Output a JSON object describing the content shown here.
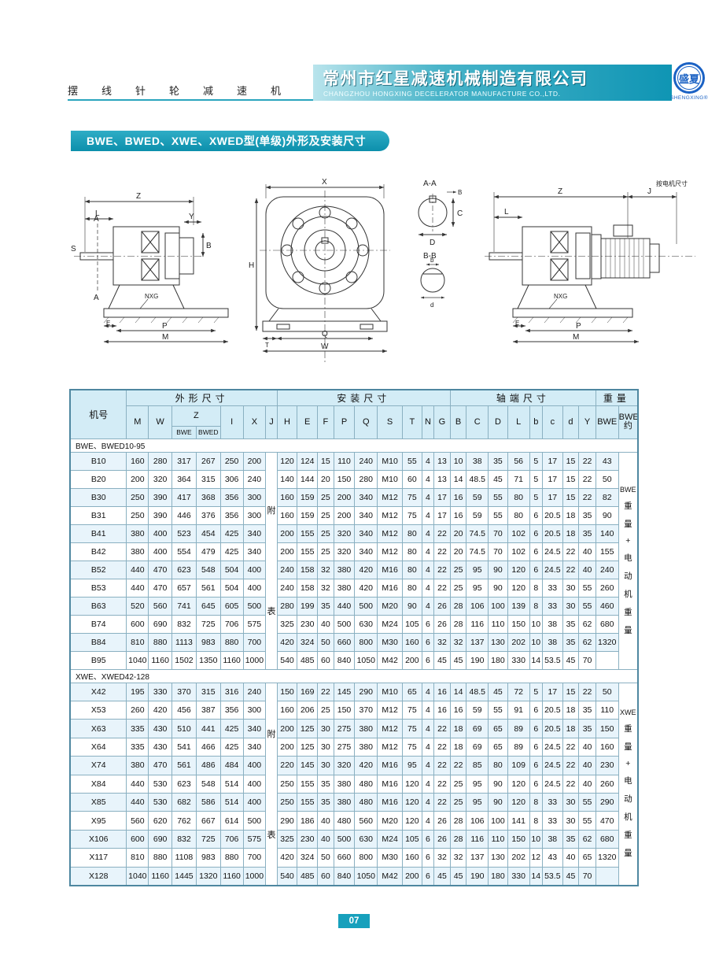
{
  "header": {
    "product_line": "摆线针轮减速机",
    "company_cn": "常州市红星减速机械制造有限公司",
    "company_en": "CHANGZHOU HONGXING DECELERATOR MANUFACTURE CO.,LTD.",
    "logo": {
      "cn": "盛夏",
      "en": "SHENGXING",
      "reg": "®"
    }
  },
  "section_title": "BWE、BWED、XWE、XWED型(单级)外形及安装尺寸",
  "drawings": {
    "left": {
      "z": "Z",
      "l": "L",
      "y": "Y",
      "b": "B",
      "s": "S",
      "a_top": "A",
      "a_bottom": "A",
      "nxg": "NXG",
      "e": "E",
      "p": "P",
      "m": "M"
    },
    "front": {
      "x": "X",
      "h": "H",
      "t": "T",
      "q": "Q",
      "w": "W"
    },
    "details": {
      "aa": "A-A",
      "b": "B",
      "c": "C",
      "d": "D",
      "bb": "B-B",
      "b_small": "b",
      "d_small": "d"
    },
    "right": {
      "z": "Z",
      "j": "J",
      "motor_note": "按电机尺寸",
      "l": "L",
      "nxg": "NXG",
      "e": "E",
      "p": "P",
      "m": "M"
    }
  },
  "table": {
    "corner": "机号",
    "groups": [
      {
        "label": "外形尺寸",
        "span": 7
      },
      {
        "label": "安装尺寸",
        "span": 9
      },
      {
        "label": "轴端尺寸",
        "span": 8
      },
      {
        "label": "重量",
        "span": 2
      }
    ],
    "cols": [
      {
        "label": "M"
      },
      {
        "label": "W"
      },
      {
        "label": "Z",
        "subs": [
          "BWE",
          "BWED"
        ]
      },
      {
        "label": "I"
      },
      {
        "label": "X"
      },
      {
        "label": "J"
      },
      {
        "label": "H"
      },
      {
        "label": "E"
      },
      {
        "label": "F"
      },
      {
        "label": "P"
      },
      {
        "label": "Q"
      },
      {
        "label": "S"
      },
      {
        "label": "T"
      },
      {
        "label": "N"
      },
      {
        "label": "G"
      },
      {
        "label": "B"
      },
      {
        "label": "C"
      },
      {
        "label": "D"
      },
      {
        "label": "L"
      },
      {
        "label": "b"
      },
      {
        "label": "c"
      },
      {
        "label": "d"
      },
      {
        "label": "Y"
      },
      {
        "label": "BWE"
      },
      {
        "label": "BWED\n约"
      }
    ],
    "sections": [
      {
        "label": "BWE、BWED10-95",
        "note": [
          "附",
          "表"
        ],
        "weight_note": [
          "BWE",
          "重",
          "量",
          "+",
          "电",
          "动",
          "机",
          "重",
          "量"
        ],
        "rows": [
          {
            "model": "B10",
            "v": [
              160,
              280,
              317,
              267,
              250,
              200,
              120,
              124,
              15,
              110,
              240,
              "M10",
              55,
              4,
              13,
              10,
              38,
              35,
              56,
              5,
              17,
              15,
              22,
              43
            ]
          },
          {
            "model": "B20",
            "v": [
              200,
              320,
              364,
              315,
              306,
              240,
              140,
              144,
              20,
              150,
              280,
              "M10",
              60,
              4,
              13,
              14,
              48.5,
              45,
              71,
              5,
              17,
              15,
              22,
              50
            ]
          },
          {
            "model": "B30",
            "v": [
              250,
              390,
              417,
              368,
              356,
              300,
              160,
              159,
              25,
              200,
              340,
              "M12",
              75,
              4,
              17,
              16,
              59,
              55,
              80,
              5,
              17,
              15,
              22,
              82
            ]
          },
          {
            "model": "B31",
            "v": [
              250,
              390,
              446,
              376,
              356,
              300,
              160,
              159,
              25,
              200,
              340,
              "M12",
              75,
              4,
              17,
              16,
              59,
              55,
              80,
              6,
              20.5,
              18,
              35,
              90
            ]
          },
          {
            "model": "B41",
            "v": [
              380,
              400,
              523,
              454,
              425,
              340,
              200,
              155,
              25,
              320,
              340,
              "M12",
              80,
              4,
              22,
              20,
              74.5,
              70,
              102,
              6,
              20.5,
              18,
              35,
              140
            ]
          },
          {
            "model": "B42",
            "v": [
              380,
              400,
              554,
              479,
              425,
              340,
              200,
              155,
              25,
              320,
              340,
              "M12",
              80,
              4,
              22,
              20,
              74.5,
              70,
              102,
              6,
              24.5,
              22,
              40,
              155
            ]
          },
          {
            "model": "B52",
            "v": [
              440,
              470,
              623,
              548,
              504,
              400,
              240,
              158,
              32,
              380,
              420,
              "M16",
              80,
              4,
              22,
              25,
              95,
              90,
              120,
              6,
              24.5,
              22,
              40,
              240
            ]
          },
          {
            "model": "B53",
            "v": [
              440,
              470,
              657,
              561,
              504,
              400,
              240,
              158,
              32,
              380,
              420,
              "M16",
              80,
              4,
              22,
              25,
              95,
              90,
              120,
              8,
              33,
              30,
              55,
              260
            ]
          },
          {
            "model": "B63",
            "v": [
              520,
              560,
              741,
              645,
              605,
              500,
              280,
              199,
              35,
              440,
              500,
              "M20",
              90,
              4,
              26,
              28,
              106,
              100,
              139,
              8,
              33,
              30,
              55,
              460
            ]
          },
          {
            "model": "B74",
            "v": [
              600,
              690,
              832,
              725,
              706,
              575,
              325,
              230,
              40,
              500,
              630,
              "M24",
              105,
              6,
              26,
              28,
              116,
              110,
              150,
              10,
              38,
              35,
              62,
              680
            ]
          },
          {
            "model": "B84",
            "v": [
              810,
              880,
              1113,
              983,
              880,
              700,
              420,
              324,
              50,
              660,
              800,
              "M30",
              160,
              6,
              32,
              32,
              137,
              130,
              202,
              10,
              38,
              35,
              62,
              1320
            ]
          },
          {
            "model": "B95",
            "v": [
              1040,
              1160,
              1502,
              1350,
              1160,
              1000,
              540,
              485,
              60,
              840,
              1050,
              "M42",
              200,
              6,
              45,
              45,
              190,
              180,
              330,
              14,
              53.5,
              45,
              70,
              ""
            ]
          }
        ]
      },
      {
        "label": "XWE、XWED42-128",
        "note": [
          "附",
          "表"
        ],
        "weight_note": [
          "XWE",
          "重",
          "量",
          "+",
          "电",
          "动",
          "机",
          "重",
          "量"
        ],
        "rows": [
          {
            "model": "X42",
            "v": [
              195,
              330,
              370,
              315,
              316,
              240,
              150,
              169,
              22,
              145,
              290,
              "M10",
              65,
              4,
              16,
              14,
              48.5,
              45,
              72,
              5,
              17,
              15,
              22,
              50
            ]
          },
          {
            "model": "X53",
            "v": [
              260,
              420,
              456,
              387,
              356,
              300,
              160,
              206,
              25,
              150,
              370,
              "M12",
              75,
              4,
              16,
              16,
              59,
              55,
              91,
              6,
              20.5,
              18,
              35,
              110
            ]
          },
          {
            "model": "X63",
            "v": [
              335,
              430,
              510,
              441,
              425,
              340,
              200,
              125,
              30,
              275,
              380,
              "M12",
              75,
              4,
              22,
              18,
              69,
              65,
              89,
              6,
              20.5,
              18,
              35,
              150
            ]
          },
          {
            "model": "X64",
            "v": [
              335,
              430,
              541,
              466,
              425,
              340,
              200,
              125,
              30,
              275,
              380,
              "M12",
              75,
              4,
              22,
              18,
              69,
              65,
              89,
              6,
              24.5,
              22,
              40,
              160
            ]
          },
          {
            "model": "X74",
            "v": [
              380,
              470,
              561,
              486,
              484,
              400,
              220,
              145,
              30,
              320,
              420,
              "M16",
              95,
              4,
              22,
              22,
              85,
              80,
              109,
              6,
              24.5,
              22,
              40,
              230
            ]
          },
          {
            "model": "X84",
            "v": [
              440,
              530,
              623,
              548,
              514,
              400,
              250,
              155,
              35,
              380,
              480,
              "M16",
              120,
              4,
              22,
              25,
              95,
              90,
              120,
              6,
              24.5,
              22,
              40,
              260
            ]
          },
          {
            "model": "X85",
            "v": [
              440,
              530,
              682,
              586,
              514,
              400,
              250,
              155,
              35,
              380,
              480,
              "M16",
              120,
              4,
              22,
              25,
              95,
              90,
              120,
              8,
              33,
              30,
              55,
              290
            ]
          },
          {
            "model": "X95",
            "v": [
              560,
              620,
              762,
              667,
              614,
              500,
              290,
              186,
              40,
              480,
              560,
              "M20",
              120,
              4,
              26,
              28,
              106,
              100,
              141,
              8,
              33,
              30,
              55,
              470
            ]
          },
          {
            "model": "X106",
            "v": [
              600,
              690,
              832,
              725,
              706,
              575,
              325,
              230,
              40,
              500,
              630,
              "M24",
              105,
              6,
              26,
              28,
              116,
              110,
              150,
              10,
              38,
              35,
              62,
              680
            ]
          },
          {
            "model": "X117",
            "v": [
              810,
              880,
              1108,
              983,
              880,
              700,
              420,
              324,
              50,
              660,
              800,
              "M30",
              160,
              6,
              32,
              32,
              137,
              130,
              202,
              12,
              43,
              40,
              65,
              1320
            ]
          },
          {
            "model": "X128",
            "v": [
              1040,
              1160,
              1445,
              1320,
              1160,
              1000,
              540,
              485,
              60,
              840,
              1050,
              "M42",
              200,
              6,
              45,
              45,
              190,
              180,
              330,
              14,
              53.5,
              45,
              70,
              ""
            ]
          }
        ]
      }
    ]
  },
  "page_number": "07"
}
